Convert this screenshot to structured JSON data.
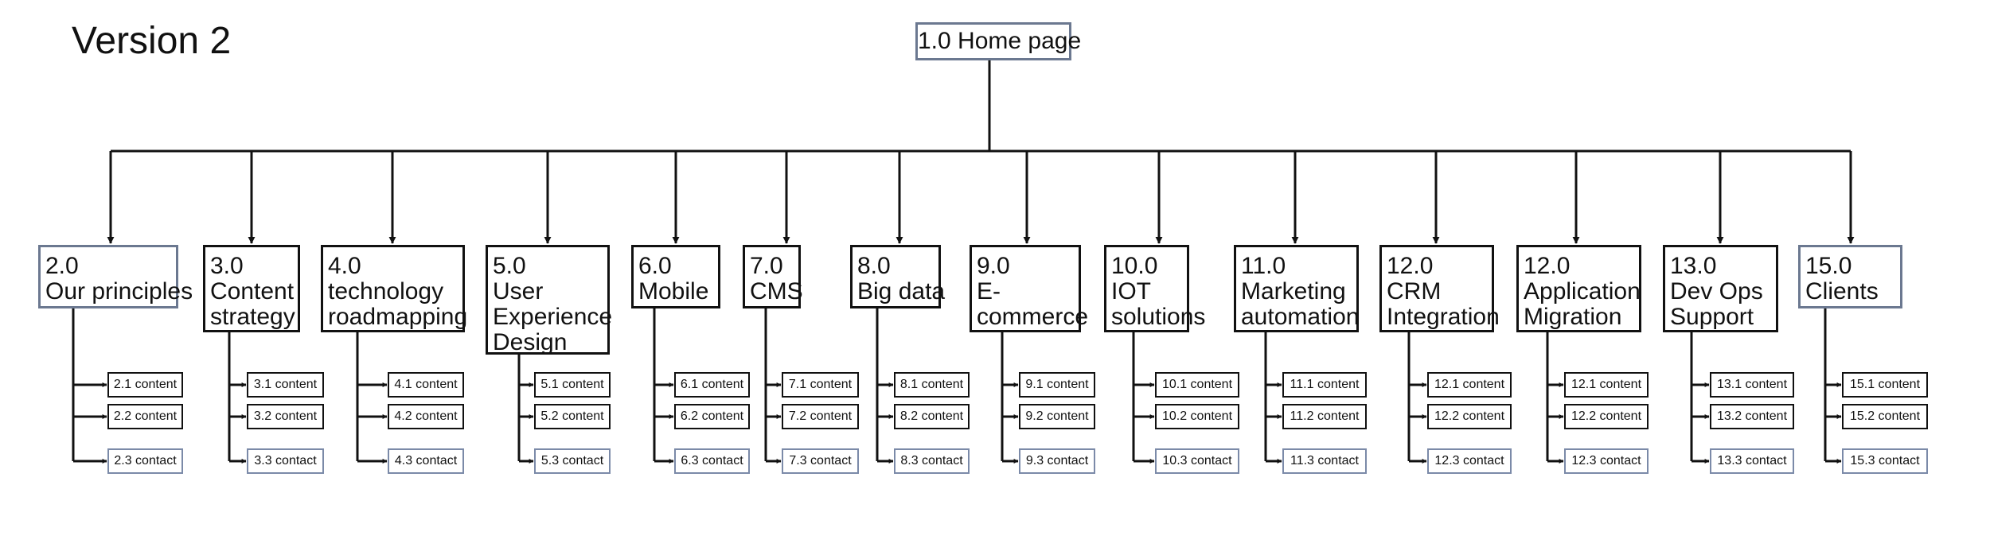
{
  "page_title": "Version 2",
  "root": {
    "label": "1.0 Home page"
  },
  "branches": [
    {
      "number": "2.0",
      "label": "Our principles",
      "items": [
        "2.1 content",
        "2.2 content",
        "2.3 contact"
      ]
    },
    {
      "number": "3.0",
      "label": "Content\nstrategy",
      "items": [
        "3.1 content",
        "3.2 content",
        "3.3 contact"
      ]
    },
    {
      "number": "4.0",
      "label": "technology\nroadmapping",
      "items": [
        "4.1 content",
        "4.2 content",
        "4.3 contact"
      ]
    },
    {
      "number": "5.0",
      "label": "User\nExperience\nDesign",
      "items": [
        "5.1 content",
        "5.2 content",
        "5.3 contact"
      ]
    },
    {
      "number": "6.0",
      "label": "Mobile",
      "items": [
        "6.1 content",
        "6.2 content",
        "6.3 contact"
      ]
    },
    {
      "number": "7.0",
      "label": "CMS",
      "items": [
        "7.1 content",
        "7.2 content",
        "7.3 contact"
      ]
    },
    {
      "number": "8.0",
      "label": "Big data",
      "items": [
        "8.1 content",
        "8.2 content",
        "8.3 contact"
      ]
    },
    {
      "number": "9.0",
      "label": "E-\ncommerce",
      "items": [
        "9.1 content",
        "9.2 content",
        "9.3 contact"
      ]
    },
    {
      "number": "10.0",
      "label": "IOT\nsolutions",
      "items": [
        "10.1 content",
        "10.2 content",
        "10.3 contact"
      ]
    },
    {
      "number": "11.0",
      "label": "Marketing\nautomation",
      "items": [
        "11.1 content",
        "11.2 content",
        "11.3 contact"
      ]
    },
    {
      "number": "12.0",
      "label": "CRM\nIntegration",
      "items": [
        "12.1 content",
        "12.2 content",
        "12.3 contact"
      ]
    },
    {
      "number": "12.0",
      "label": "Application\nMigration",
      "items": [
        "12.1 content",
        "12.2 content",
        "12.3 contact"
      ]
    },
    {
      "number": "13.0",
      "label": "Dev Ops\nSupport",
      "items": [
        "13.1 content",
        "13.2 content",
        "13.3 contact"
      ]
    },
    {
      "number": "15.0",
      "label": "Clients",
      "items": [
        "15.1 content",
        "15.2 content",
        "15.3 contact"
      ]
    }
  ],
  "colors": {
    "line": "#111111",
    "soft_border": "#6b7890",
    "soft_leaf_border": "#7b8aa8"
  }
}
